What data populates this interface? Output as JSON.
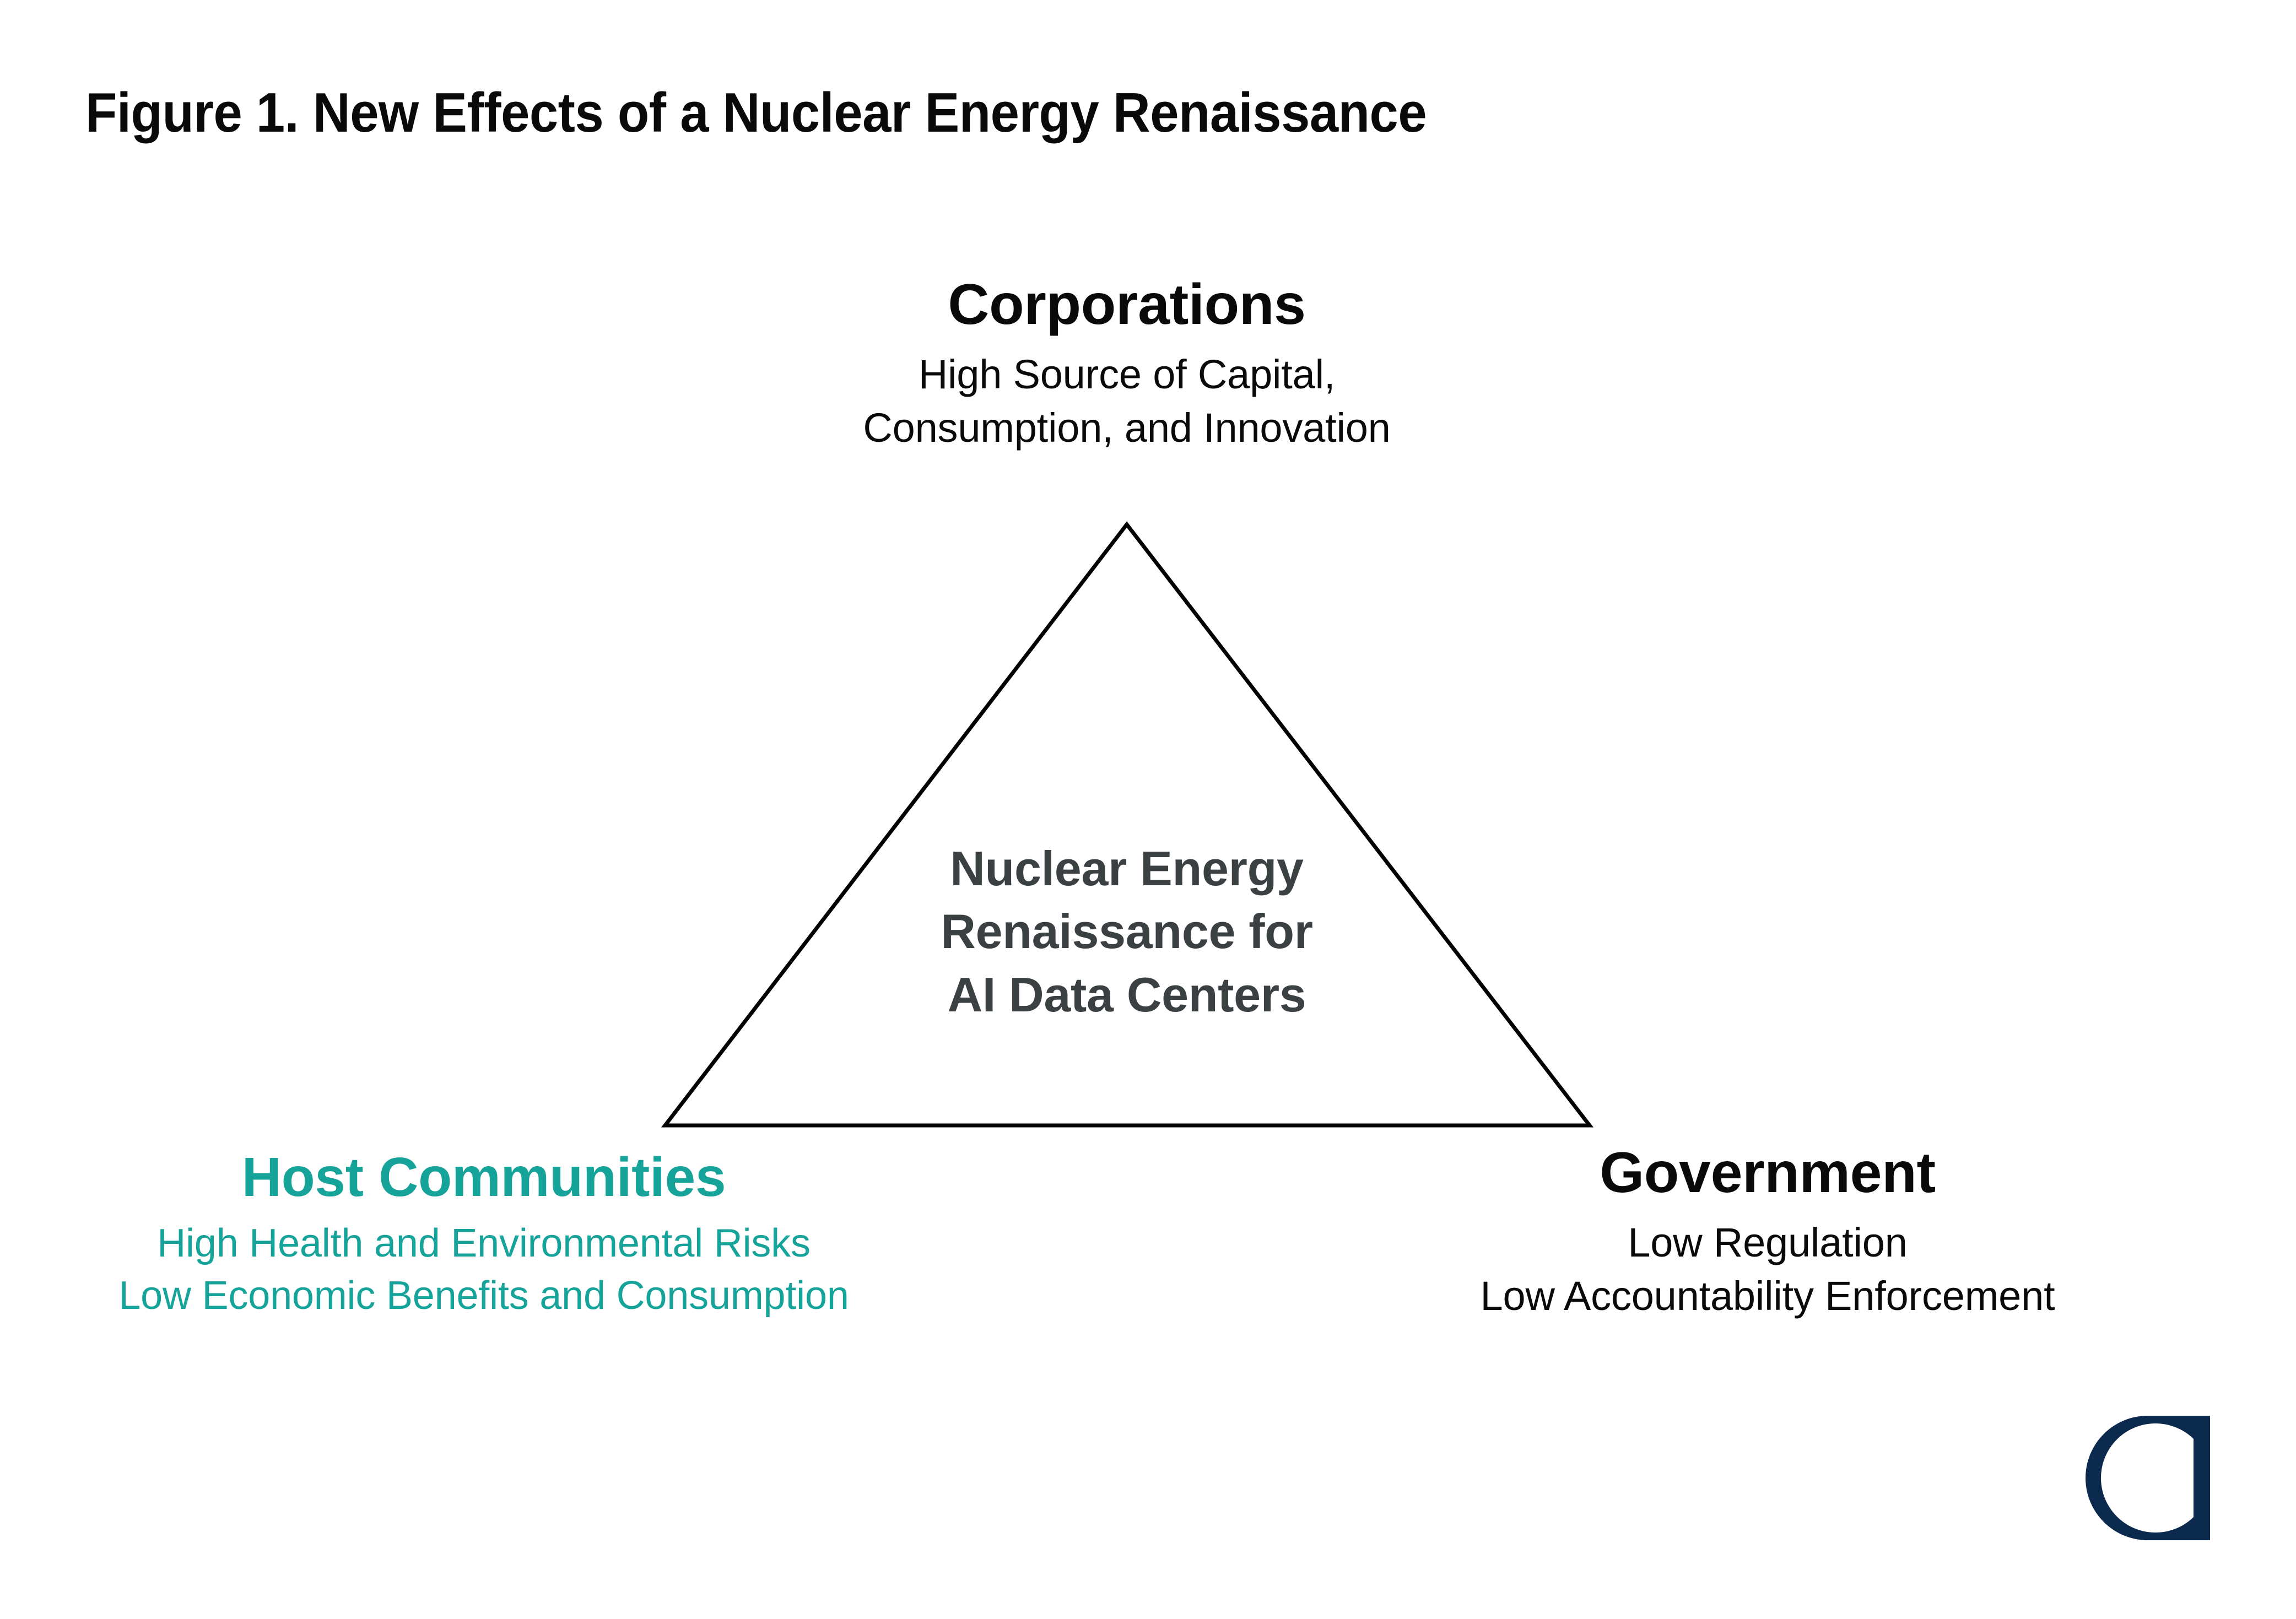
{
  "figure": {
    "title": "Figure 1. New Effects of a Nuclear Energy Renaissance",
    "background_color": "#ffffff"
  },
  "colors": {
    "text_black": "#0a0a0a",
    "teal": "#15a39a",
    "center_gray": "#3b4043",
    "logo_navy": "#0c2a4d",
    "triangle_stroke": "#000000"
  },
  "diagram": {
    "type": "triangle",
    "center_label": {
      "lines": [
        "Nuclear Energy",
        "Renaissance for",
        "AI Data Centers"
      ],
      "color": "#3b4043"
    },
    "vertices": [
      {
        "id": "corporations",
        "position": "top",
        "heading": "Corporations",
        "color": "#0a0a0a",
        "sub_lines": [
          "High Source of Capital,",
          "Consumption, and Innovation"
        ]
      },
      {
        "id": "host-communities",
        "position": "bottom-left",
        "heading": "Host Communities",
        "color": "#15a39a",
        "sub_lines": [
          "High Health and Environmental Risks",
          "Low Economic Benefits and Consumption"
        ]
      },
      {
        "id": "government",
        "position": "bottom-right",
        "heading": "Government",
        "color": "#0a0a0a",
        "sub_lines": [
          "Low Regulation",
          "Low Accountability Enforcement"
        ]
      }
    ]
  },
  "logo": {
    "name": "carnegie-endowment-logo",
    "color": "#0c2a4d"
  }
}
